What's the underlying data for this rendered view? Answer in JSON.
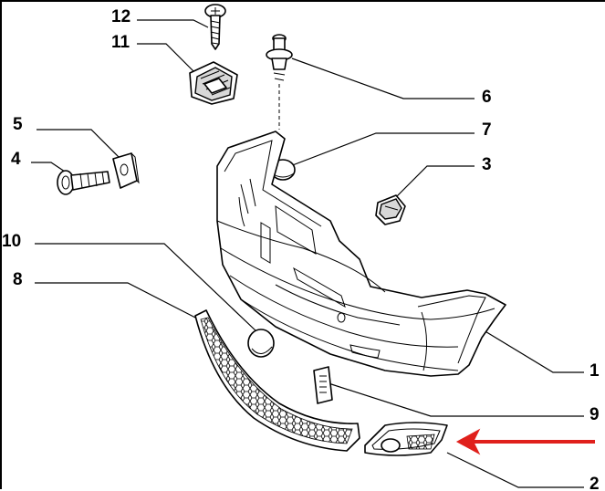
{
  "diagram": {
    "callouts": [
      {
        "id": "c12",
        "label": "12"
      },
      {
        "id": "c11",
        "label": "11"
      },
      {
        "id": "c6",
        "label": "6"
      },
      {
        "id": "c5",
        "label": "5"
      },
      {
        "id": "c7",
        "label": "7"
      },
      {
        "id": "c4",
        "label": "4"
      },
      {
        "id": "c3",
        "label": "3"
      },
      {
        "id": "c10",
        "label": "10"
      },
      {
        "id": "c8",
        "label": "8"
      },
      {
        "id": "c1",
        "label": "1"
      },
      {
        "id": "c9",
        "label": "9"
      },
      {
        "id": "c2",
        "label": "2"
      }
    ],
    "colors": {
      "line": "#000000",
      "background": "#ffffff",
      "highlight_arrow": "#e0201c"
    }
  }
}
